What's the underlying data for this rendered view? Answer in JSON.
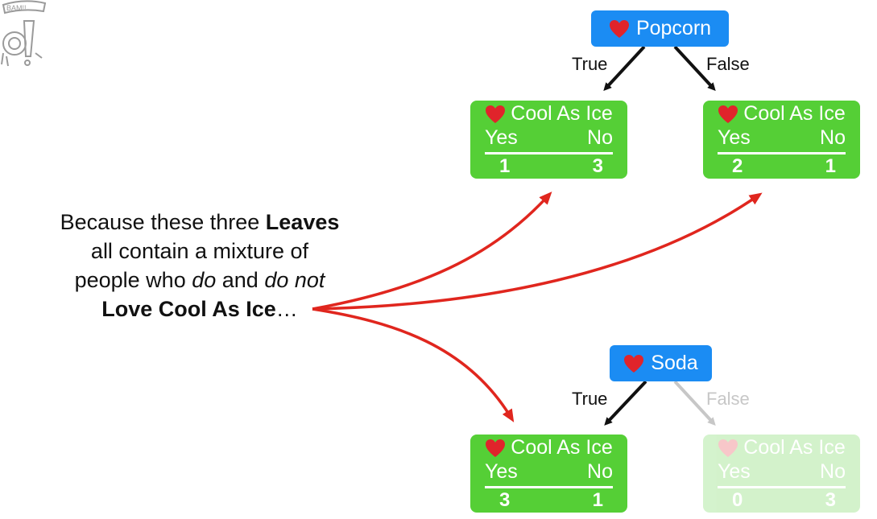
{
  "logo": {
    "text": "BAM!!"
  },
  "colors": {
    "node_blue": "#1b8cf3",
    "leaf_green": "#55cf36",
    "arrow_red": "#e0261e",
    "edge_black": "#111111",
    "edge_faded": "#c7c7c7",
    "heart_red": "#e0242b"
  },
  "tree_top": {
    "root": {
      "icon": "heart-icon",
      "label": "Popcorn"
    },
    "true_label": "True",
    "false_label": "False",
    "left_leaf": {
      "icon": "heart-icon",
      "title": "Cool As Ice",
      "yes_label": "Yes",
      "no_label": "No",
      "yes_count": "1",
      "no_count": "3"
    },
    "right_leaf": {
      "icon": "heart-icon",
      "title": "Cool As Ice",
      "yes_label": "Yes",
      "no_label": "No",
      "yes_count": "2",
      "no_count": "1"
    }
  },
  "tree_bottom": {
    "root": {
      "icon": "heart-icon",
      "label": "Soda"
    },
    "true_label": "True",
    "false_label": "False",
    "left_leaf": {
      "icon": "heart-icon",
      "title": "Cool As Ice",
      "yes_label": "Yes",
      "no_label": "No",
      "yes_count": "3",
      "no_count": "1"
    },
    "right_leaf": {
      "icon": "heart-icon",
      "title": "Cool As Ice",
      "yes_label": "Yes",
      "no_label": "No",
      "yes_count": "0",
      "no_count": "3",
      "faded": true
    }
  },
  "caption": {
    "line1_prefix": "Because these three ",
    "line1_bold": "Leaves",
    "line2": "all contain a mixture of",
    "line3_a": "people who ",
    "line3_i1": "do",
    "line3_b": " and ",
    "line3_i2": "do not",
    "line4_bold": "Love Cool As Ice",
    "line4_suffix": "…"
  }
}
